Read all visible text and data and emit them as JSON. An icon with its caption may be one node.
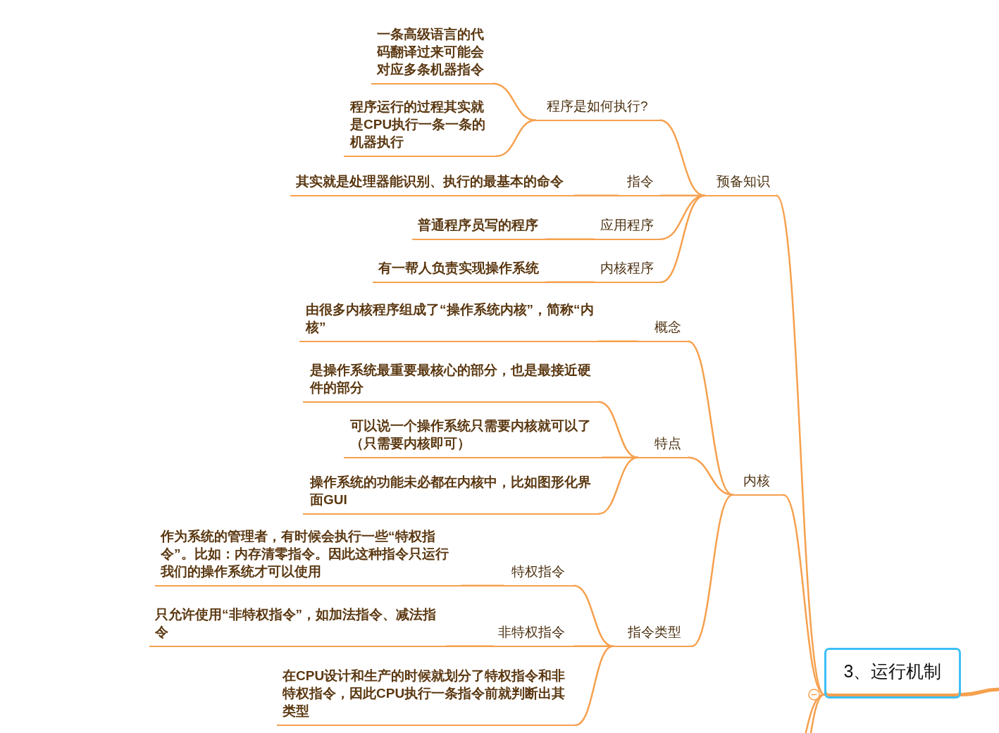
{
  "diagram": {
    "nodes": [
      {
        "text": [
          "3、运行机制"
        ]
      },
      {
        "text": [
          "预备知识"
        ]
      },
      {
        "text": [
          "程序是如何执行?"
        ]
      },
      {
        "text": [
          "一条高级语言的代码翻译过来可能会对应多条机器指令"
        ]
      },
      {
        "text": [
          "程序运行的过程其实就是CPU执行一条一条的机器执行"
        ]
      },
      {
        "text": [
          "指令"
        ]
      },
      {
        "text": [
          "其实就是处理器能识别、执行的最基本的命令"
        ]
      },
      {
        "text": [
          "应用程序"
        ]
      },
      {
        "text": [
          "普通程序员写的程序"
        ]
      },
      {
        "text": [
          "内核程序"
        ]
      },
      {
        "text": [
          "有一帮人负责实现操作系统"
        ]
      },
      {
        "text": [
          "内核"
        ]
      },
      {
        "text": [
          "概念"
        ]
      },
      {
        "text": [
          "由很多内核程序组成了“操作系统内核”，简称“内核”"
        ]
      },
      {
        "text": [
          "特点"
        ]
      },
      {
        "text": [
          "是操作系统最重要最核心的部分，也是最接近硬件的部分"
        ]
      },
      {
        "text": [
          "可以说一个操作系统只需要内核就可以了（只需要内核即可）"
        ]
      },
      {
        "text": [
          "操作系统的功能未必都在内核中，比如图形化界面GUI"
        ]
      },
      {
        "text": [
          "指令类型"
        ]
      },
      {
        "text": [
          "特权指令"
        ]
      },
      {
        "text": [
          "作为系统的管理者，有时候会执行一些“特权指令”。比如：内存清零指令。因此这种指令只运行我们的操作系统才可以使用"
        ]
      },
      {
        "text": [
          "非特权指令"
        ]
      },
      {
        "text": [
          "只允许使用“非特权指令”，如加法指令、减法指令"
        ]
      },
      {
        "text": [
          "在CPU设计和生产的时候就划分了特权指令和非特权指令，因此CPU执行一条指令前就判断出其类型"
        ]
      }
    ],
    "edges": [
      {
        "from": 0,
        "to": 1,
        "arrow": "none"
      },
      {
        "from": 1,
        "to": 2,
        "arrow": "none"
      },
      {
        "from": 2,
        "to": 3,
        "arrow": "none"
      },
      {
        "from": 2,
        "to": 4,
        "arrow": "none"
      },
      {
        "from": 1,
        "to": 5,
        "arrow": "none"
      },
      {
        "from": 5,
        "to": 6,
        "arrow": "none"
      },
      {
        "from": 1,
        "to": 7,
        "arrow": "none"
      },
      {
        "from": 7,
        "to": 8,
        "arrow": "none"
      },
      {
        "from": 1,
        "to": 9,
        "arrow": "none"
      },
      {
        "from": 9,
        "to": 10,
        "arrow": "none"
      },
      {
        "from": 0,
        "to": 11,
        "arrow": "none"
      },
      {
        "from": 11,
        "to": 12,
        "arrow": "none"
      },
      {
        "from": 12,
        "to": 13,
        "arrow": "none"
      },
      {
        "from": 11,
        "to": 14,
        "arrow": "none"
      },
      {
        "from": 14,
        "to": 15,
        "arrow": "none"
      },
      {
        "from": 14,
        "to": 16,
        "arrow": "none"
      },
      {
        "from": 14,
        "to": 17,
        "arrow": "none"
      },
      {
        "from": 11,
        "to": 18,
        "arrow": "none"
      },
      {
        "from": 18,
        "to": 19,
        "arrow": "none"
      },
      {
        "from": 19,
        "to": 20,
        "arrow": "none"
      },
      {
        "from": 18,
        "to": 21,
        "arrow": "none"
      },
      {
        "from": 21,
        "to": 22,
        "arrow": "none"
      },
      {
        "from": 18,
        "to": 23,
        "arrow": "none"
      },
      {
        "from": null,
        "to": 0,
        "arrow": "none",
        "style": "thick"
      },
      {
        "from": 0,
        "to": null,
        "arrow": "none"
      },
      {
        "from": 0,
        "to": null,
        "arrow": "none"
      }
    ]
  }
}
